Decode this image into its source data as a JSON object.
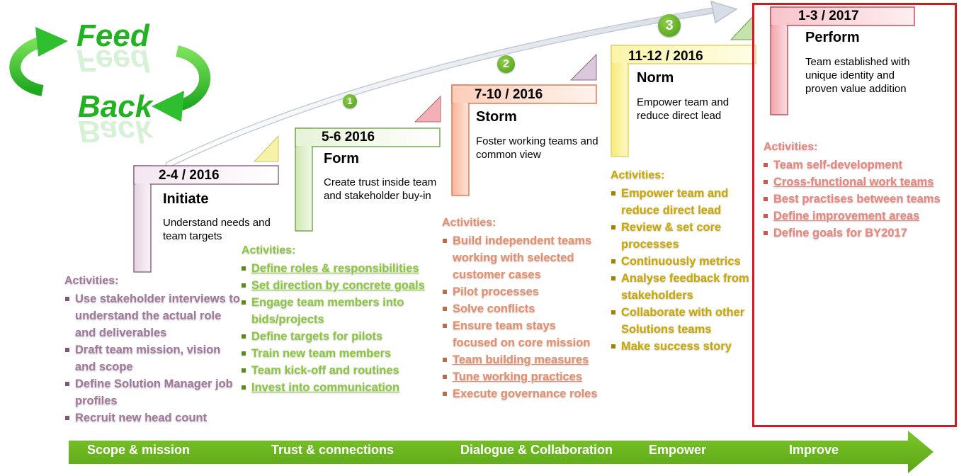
{
  "feedback": {
    "word1": "Feed",
    "word2": "Back"
  },
  "milestones": [
    {
      "number": "",
      "date": "2-4 / 2016",
      "title": "Initiate",
      "description": "Understand needs and team targets"
    },
    {
      "number": "1",
      "date": "5-6 2016",
      "title": "Form",
      "description": "Create trust inside team and stakeholder buy-in"
    },
    {
      "number": "2",
      "date": "7-10 / 2016",
      "title": "Storm",
      "description": "Foster working teams and common view"
    },
    {
      "number": "3",
      "date": "11-12 / 2016",
      "title": "Norm",
      "description": "Empower team and reduce direct lead"
    },
    {
      "number": "",
      "date": "1-3 / 2017",
      "title": "Perform",
      "description": "Team established with unique identity and proven value addition"
    }
  ],
  "activities_label": "Activities:",
  "activities": [
    [
      "Use stakeholder interviews to understand the actual role and deliverables",
      "Draft team mission, vision and scope",
      "Define Solution Manager job profiles",
      "Recruit new head count"
    ],
    [
      "Define roles & responsibilities",
      "Set direction by concrete goals",
      "Engage team members into bids/projects",
      "Define targets for pilots",
      "Train new team members",
      "Team kick-off and routines",
      "Invest into communication"
    ],
    [
      "Build independent teams working with selected customer cases",
      "Pilot processes",
      "Solve conflicts",
      "Ensure team stays focused on core mission",
      "Team building measures",
      "Tune working practices",
      "Execute governance roles"
    ],
    [
      "Empower team and reduce direct lead",
      "Review & set core processes",
      "Continuously metrics",
      "Analyse feedback from stakeholders",
      "Collaborate with other Solutions teams",
      "Make success story"
    ],
    [
      "Team self-development",
      "Cross-functional work teams",
      "Best practises between teams",
      "Define improvement areas",
      "Define goals for BY2017"
    ]
  ],
  "phases": [
    "Scope & mission",
    "Trust & connections",
    "Dialogue & Collaboration",
    "Empower",
    "Improve"
  ],
  "colors": {
    "initiate": "#a0789b",
    "form": "#8cc63e",
    "storm": "#e2906e",
    "norm": "#c9a800",
    "perform": "#e8867c",
    "arrow": "#6cb41c",
    "highlight": "#e0141c"
  }
}
